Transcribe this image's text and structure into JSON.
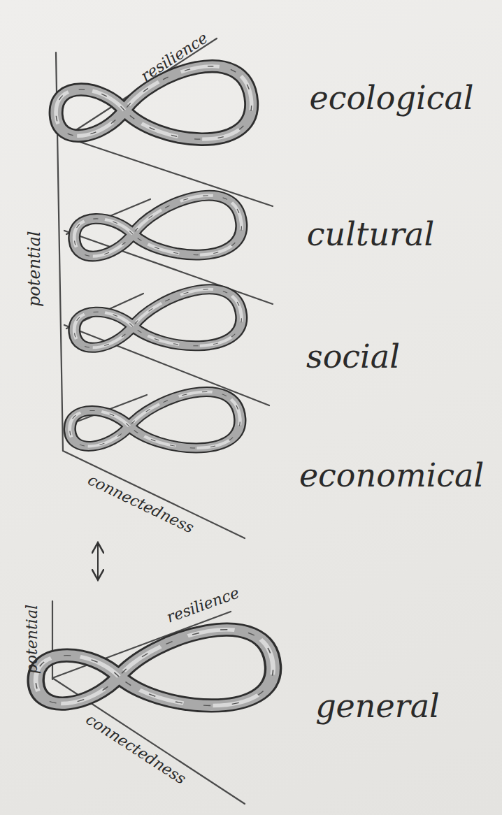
{
  "diagram": {
    "labels": [
      "resilience",
      "ecological",
      "potential",
      "cultural",
      "social",
      "economical",
      "connectedness",
      "potential",
      "resilience",
      "general",
      "connectedness"
    ]
  }
}
